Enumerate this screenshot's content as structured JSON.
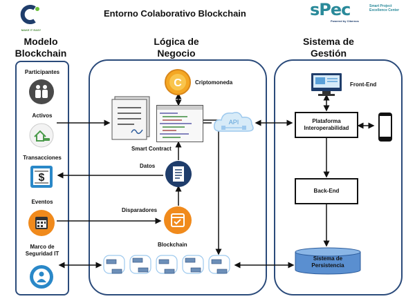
{
  "header": {
    "title": "Entorno Colaborativo Blockchain",
    "left_logo_text": "MAKE IT EASY",
    "right_logo": {
      "name": "sPec",
      "line1": "Smart Project",
      "line2": "Excellence Center",
      "powered": "Powered by Cibernos"
    }
  },
  "columns": {
    "modelo": "Modelo\nBlockchain",
    "logica": "Lógica de\nNegocio",
    "sistema": "Sistema de\nGestión"
  },
  "modelo_items": [
    {
      "label": "Participantes",
      "icon": "people-icon"
    },
    {
      "label": "Activos",
      "icon": "house-car-icon"
    },
    {
      "label": "Transacciones",
      "icon": "dollar-transfer-icon"
    },
    {
      "label": "Eventos",
      "icon": "calendar-icon"
    },
    {
      "label": "Marco de\nSeguridad IT",
      "icon": "security-user-icon"
    }
  ],
  "logica": {
    "criptomoneda": "Criptomoneda",
    "smart_contract": "Smart Contract",
    "datos": "Datos",
    "disparadores": "Disparadores",
    "blockchain": "Blockchain",
    "api": "API"
  },
  "sistema": {
    "front_end": "Front-End",
    "plataforma": "Plataforma\nInteroperabilidad",
    "back_end": "Back-End",
    "persistencia": "Sistema de\nPersistencia"
  },
  "colors": {
    "panel_border": "#2a4a7a",
    "orange": "#f08a1c",
    "navy": "#1f3d6b",
    "light_blue": "#9dc9ee",
    "teal": "#2a8a9a"
  }
}
